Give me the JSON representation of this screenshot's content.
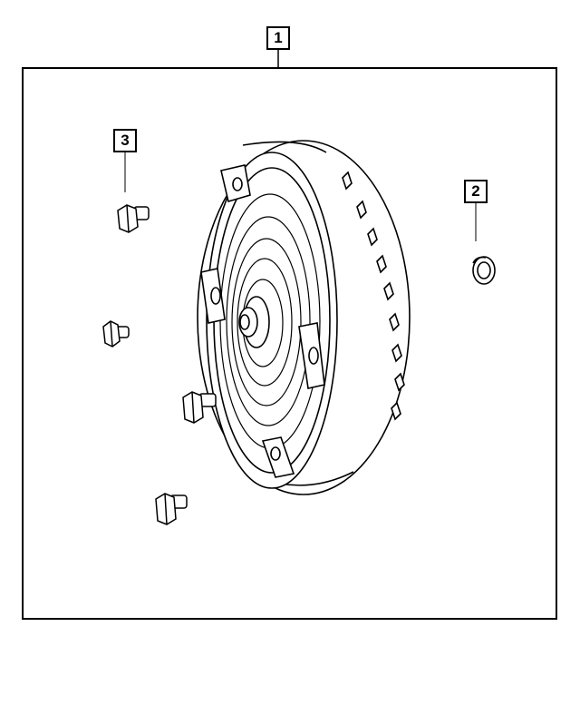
{
  "callouts": {
    "assembly": "1",
    "seal": "2",
    "bolt": "3"
  },
  "colors": {
    "line": "#000000",
    "background": "#ffffff"
  }
}
